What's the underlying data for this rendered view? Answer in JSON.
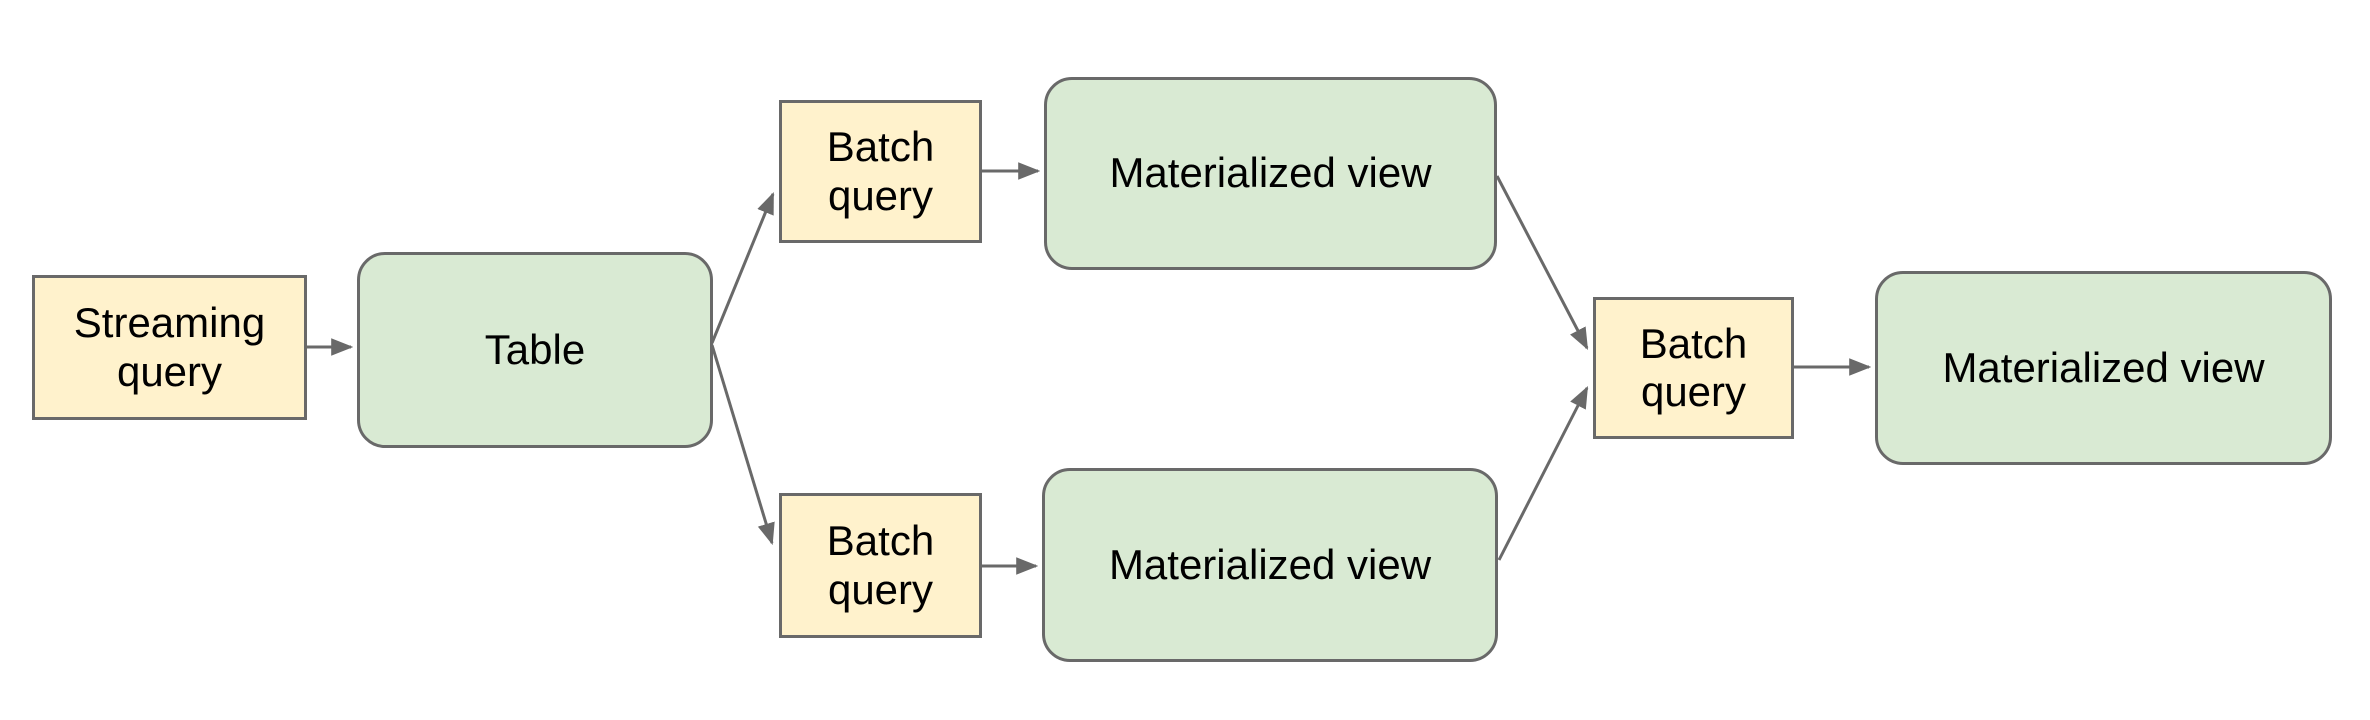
{
  "diagram": {
    "background_color": "#ffffff",
    "colors": {
      "query_node_fill": "#fff2cc",
      "entity_node_fill": "#d9ead3",
      "node_border": "#696969",
      "arrow": "#696969",
      "text": "#000000"
    },
    "nodes": [
      {
        "id": "streaming-query",
        "label": "Streaming query",
        "kind": "query"
      },
      {
        "id": "table",
        "label": "Table",
        "kind": "entity"
      },
      {
        "id": "batch-query-top",
        "label": "Batch query",
        "kind": "query"
      },
      {
        "id": "materialized-view-top",
        "label": "Materialized view",
        "kind": "entity"
      },
      {
        "id": "batch-query-bottom",
        "label": "Batch query",
        "kind": "query"
      },
      {
        "id": "materialized-view-bottom",
        "label": "Materialized view",
        "kind": "entity"
      },
      {
        "id": "batch-query-join",
        "label": "Batch query",
        "kind": "query"
      },
      {
        "id": "materialized-view-final",
        "label": "Materialized view",
        "kind": "entity"
      }
    ],
    "edges": [
      {
        "from": "streaming-query",
        "to": "table"
      },
      {
        "from": "table",
        "to": "batch-query-top"
      },
      {
        "from": "table",
        "to": "batch-query-bottom"
      },
      {
        "from": "batch-query-top",
        "to": "materialized-view-top"
      },
      {
        "from": "batch-query-bottom",
        "to": "materialized-view-bottom"
      },
      {
        "from": "materialized-view-top",
        "to": "batch-query-join"
      },
      {
        "from": "materialized-view-bottom",
        "to": "batch-query-join"
      },
      {
        "from": "batch-query-join",
        "to": "materialized-view-final"
      }
    ]
  }
}
